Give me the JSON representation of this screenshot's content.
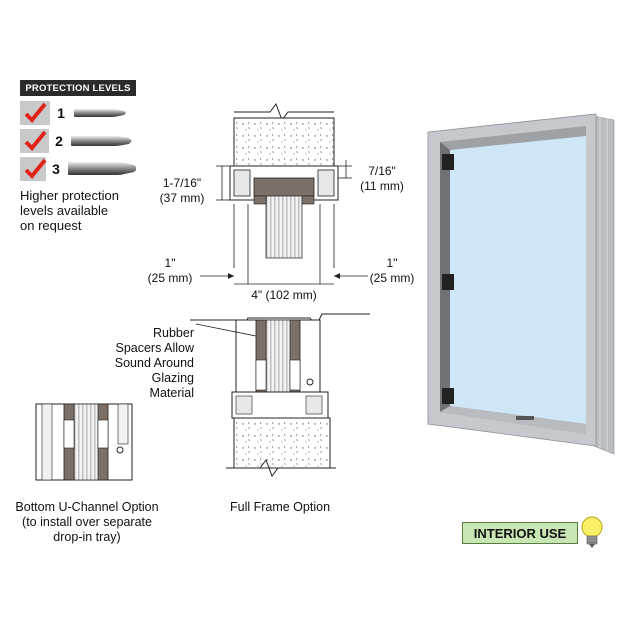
{
  "protection": {
    "header": "PROTECTION LEVELS",
    "levels": [
      "1",
      "2",
      "3"
    ],
    "note": [
      "Higher protection",
      "levels available",
      "on request"
    ]
  },
  "dimensions": {
    "left_top": [
      "1-7/16\"",
      "(37 mm)"
    ],
    "right_top": [
      "7/16\"",
      "(11 mm)"
    ],
    "left_mid": [
      "1\"",
      "(25 mm)"
    ],
    "right_mid": [
      "1\"",
      "(25 mm)"
    ],
    "center": "4\" (102 mm)"
  },
  "callout": [
    "Rubber",
    "Spacers Allow",
    "Sound Around",
    "Glazing",
    "Material"
  ],
  "captions": {
    "bottom_channel": [
      "Bottom U-Channel Option",
      "(to install over separate",
      "drop-in tray)"
    ],
    "full_frame": "Full Frame Option"
  },
  "badge": {
    "label": "INTERIOR USE",
    "icon": "lightbulb-icon"
  },
  "colors": {
    "glass": "#cfe6f7",
    "frame": "#c5c8cc",
    "badge_bg": "#c8e6b3",
    "check": "#e0231b"
  }
}
